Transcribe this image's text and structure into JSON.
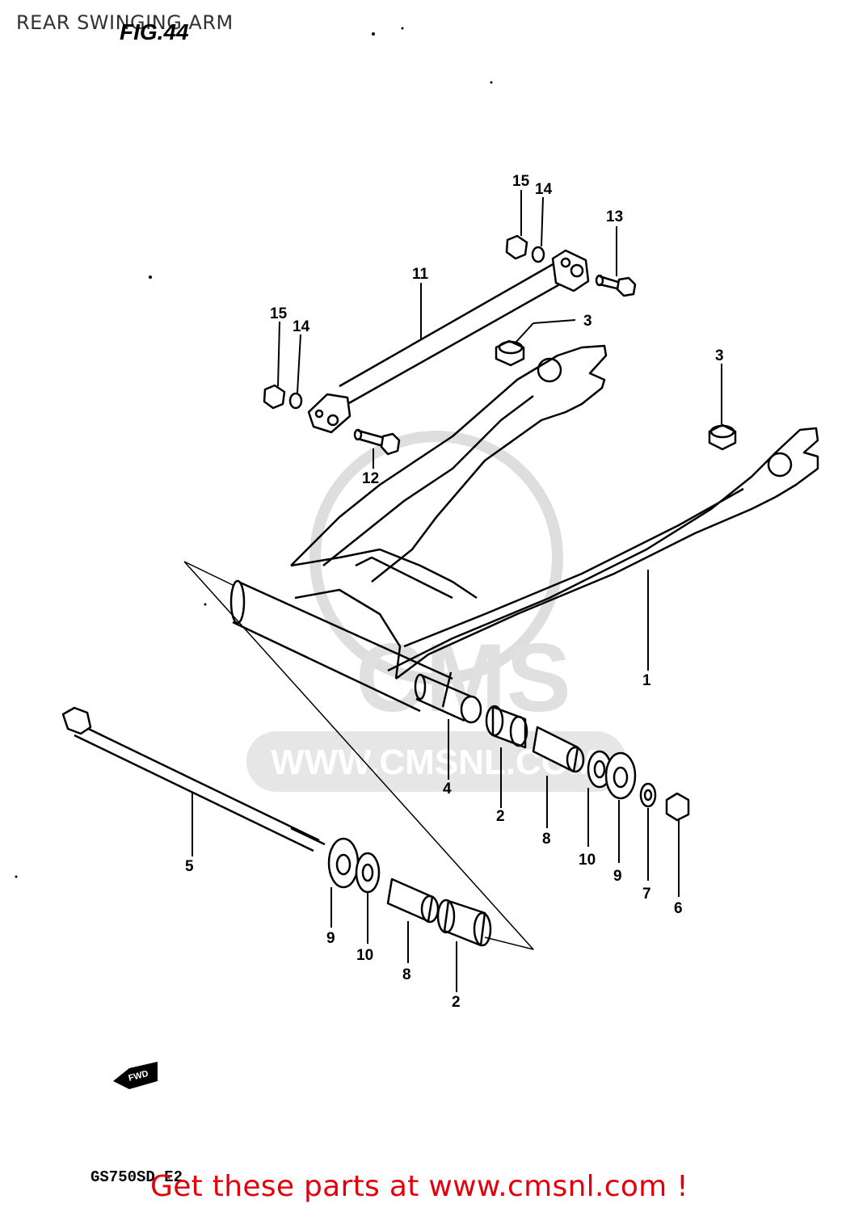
{
  "header": {
    "title": "REAR SWINGING ARM"
  },
  "figure": {
    "label": "FIG.44"
  },
  "footer": {
    "model": "GS750SD E2",
    "link_text": "Get these parts at www.cmsnl.com !"
  },
  "watermark": {
    "text": "CMS",
    "url": "WWW.CMSNL.COM"
  },
  "fwd_arrow": {
    "text": "FWD"
  },
  "callouts": [
    "15",
    "14",
    "13",
    "11",
    "3",
    "15",
    "14",
    "3",
    "12",
    "1",
    "4",
    "2",
    "8",
    "10",
    "9",
    "7",
    "6",
    "5",
    "9",
    "10",
    "8",
    "2"
  ],
  "colors": {
    "cta": "#e3000b",
    "line": "#000000",
    "watermark": "#d9d9d9"
  }
}
